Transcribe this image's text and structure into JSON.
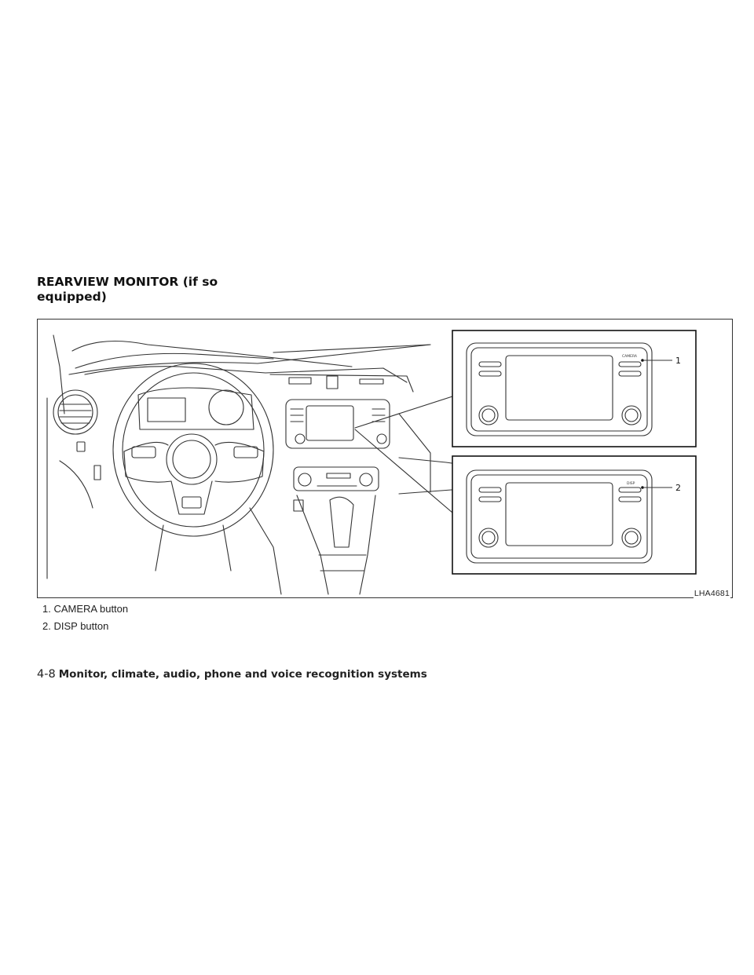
{
  "section": {
    "title": "REARVIEW MONITOR (if so equipped)"
  },
  "figure": {
    "code": "LHA4681",
    "callouts": [
      "1",
      "2"
    ],
    "button_labels": [
      "CAMERA",
      "DISP"
    ]
  },
  "legend": [
    {
      "num": "1.",
      "text": "CAMERA button"
    },
    {
      "num": "2.",
      "text": "DISP button"
    }
  ],
  "footer": {
    "page": "4-8",
    "chapter": "Monitor, climate, audio, phone and voice recognition systems"
  }
}
